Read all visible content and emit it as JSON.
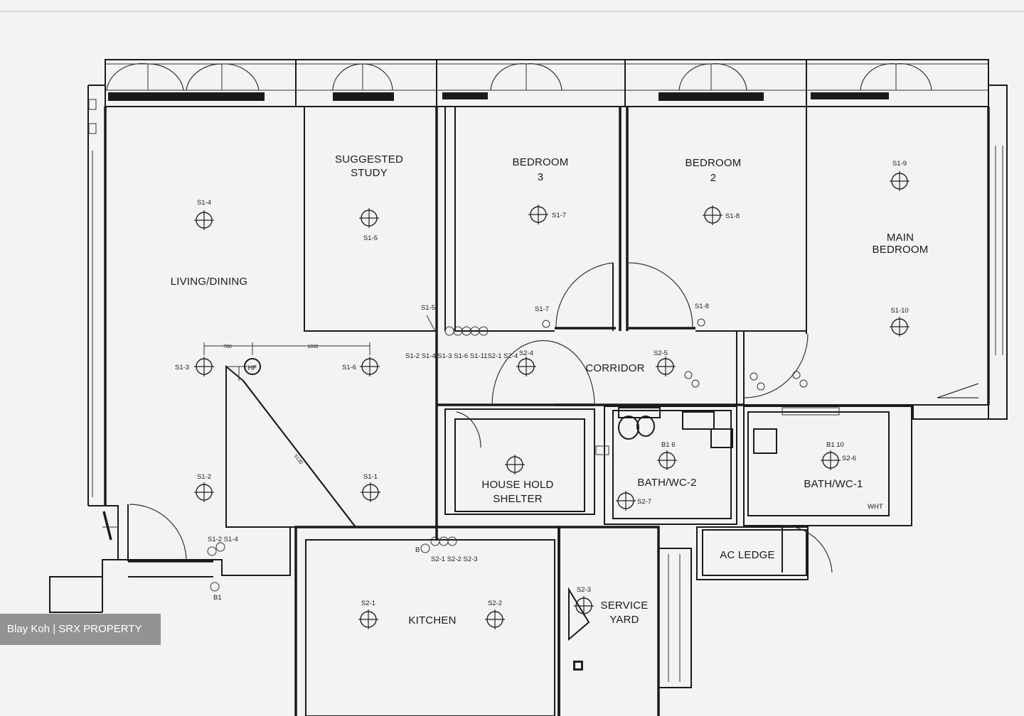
{
  "rooms": {
    "study_line1": "SUGGESTED",
    "study_line2": "STUDY",
    "bedroom3_line1": "BEDROOM",
    "bedroom3_line2": "3",
    "bedroom2_line1": "BEDROOM",
    "bedroom2_line2": "2",
    "main_line1": "MAIN",
    "main_line2": "BEDROOM",
    "living": "LIVING/DINING",
    "corridor": "CORRIDOR",
    "shelter_line1": "HOUSE HOLD",
    "shelter_line2": "SHELTER",
    "bath2": "BATH/WC-2",
    "bath1": "BATH/WC-1",
    "ac_ledge": "AC LEDGE",
    "kitchen": "KITCHEN",
    "service_line1": "SERVICE",
    "service_line2": "YARD"
  },
  "tags": {
    "s1_4": "S1-4",
    "s1_5": "S1-5",
    "s1_7": "S1-7",
    "s1_8": "S1-8",
    "s1_9": "S1-9",
    "s1_10": "S1-10",
    "s1_3": "S1-3",
    "s1_6": "S1-6",
    "s1_2": "S1-2",
    "s1_1": "S1-1",
    "hf": "HF",
    "s2_4": "S2-4",
    "s2_5": "S2-5",
    "s2_7": "S2-7",
    "b1_6": "B1 6",
    "b1_10": "B1 10",
    "s2_6": "S2-6",
    "wht": "WHT",
    "s2_1": "S2-1",
    "s2_2": "S2-2",
    "s2_3": "S2-3",
    "b": "B",
    "b1": "B1",
    "sw_s1_5": "S1-5",
    "sw_s1_7": "S1-7",
    "sw_s1_8": "S1-8",
    "sw_group_main": "S1-2 S1-4  S1-3 S1-6 S1-11S2-1 S2-4",
    "sw_group_entry": "S1-2  S1-4",
    "sw_group_kitchen": "S2-1 S2-2 S2-3",
    "dim_1": "780",
    "dim_2": "1832",
    "dim_diag": "5130"
  },
  "watermark": "Blay Koh | SRX PROPERTY"
}
